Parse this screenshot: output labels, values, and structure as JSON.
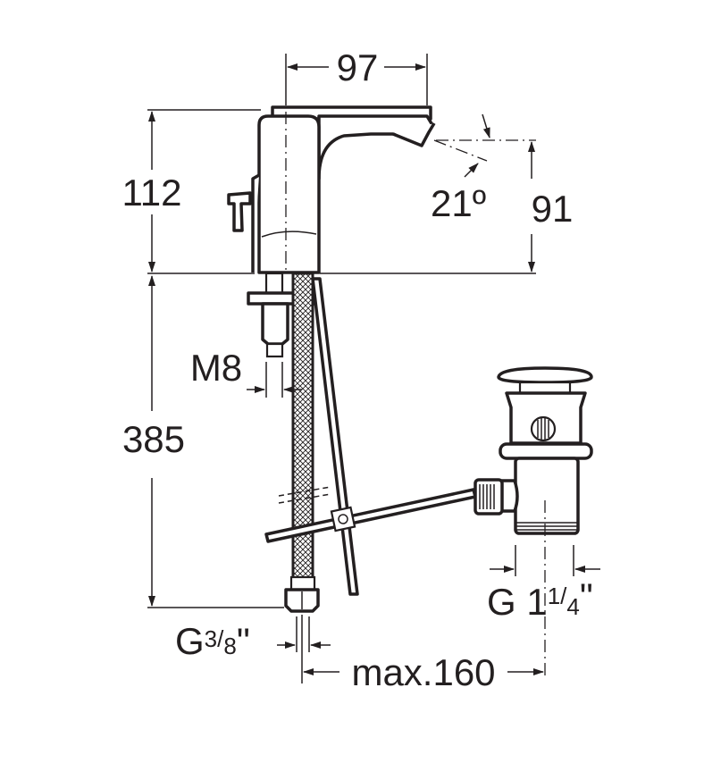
{
  "drawing": {
    "dim_spout_reach": "97",
    "dim_height_above_deck": "112",
    "dim_spout_angle": "21º",
    "dim_spout_outlet_height": "91",
    "dim_mounting_thread": "M8",
    "dim_below_deck": "385",
    "dim_waste_thread": {
      "main": "G 1",
      "num": "1",
      "den": "4",
      "suffix": "\""
    },
    "dim_supply_thread": {
      "main": "G",
      "num": "3",
      "den": "8",
      "suffix": "\""
    },
    "dim_waste_distance": "max.160",
    "line_color": "#231f20"
  }
}
